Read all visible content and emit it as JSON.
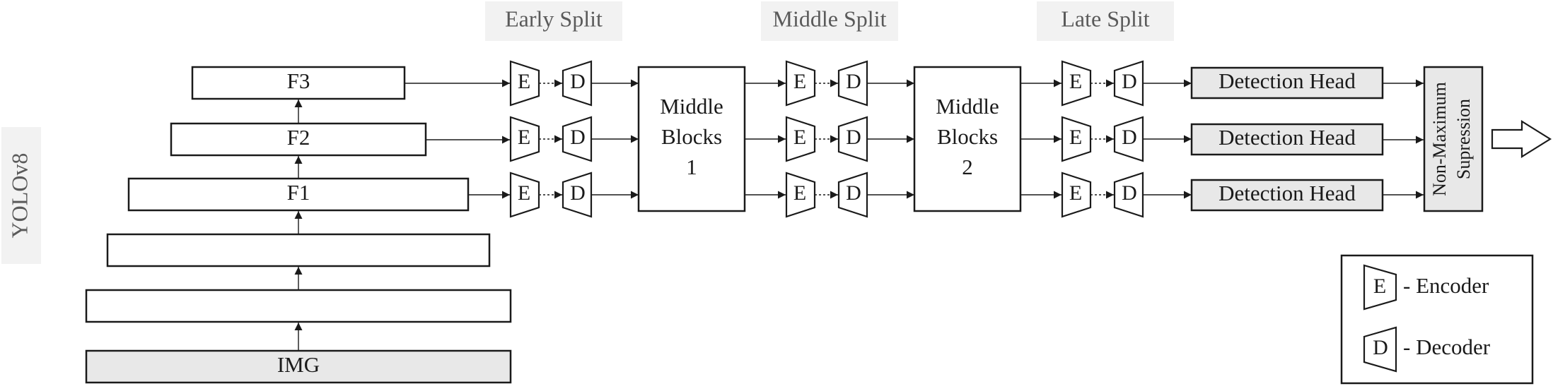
{
  "labels": {
    "model": "YOLOv8",
    "early_split": "Early Split",
    "middle_split": "Middle Split",
    "late_split": "Late Split",
    "img": "IMG",
    "f1": "F1",
    "f2": "F2",
    "f3": "F3",
    "middle_blocks_1": [
      "Middle",
      "Blocks",
      "1"
    ],
    "middle_blocks_2": [
      "Middle",
      "Blocks",
      "2"
    ],
    "detection_head": "Detection Head",
    "nms": [
      "Non-Maximum",
      "Supression"
    ]
  },
  "glyphs": {
    "encoder": "E",
    "decoder": "D"
  },
  "legend": {
    "encoder_text": "- Encoder",
    "decoder_text": "- Decoder"
  }
}
